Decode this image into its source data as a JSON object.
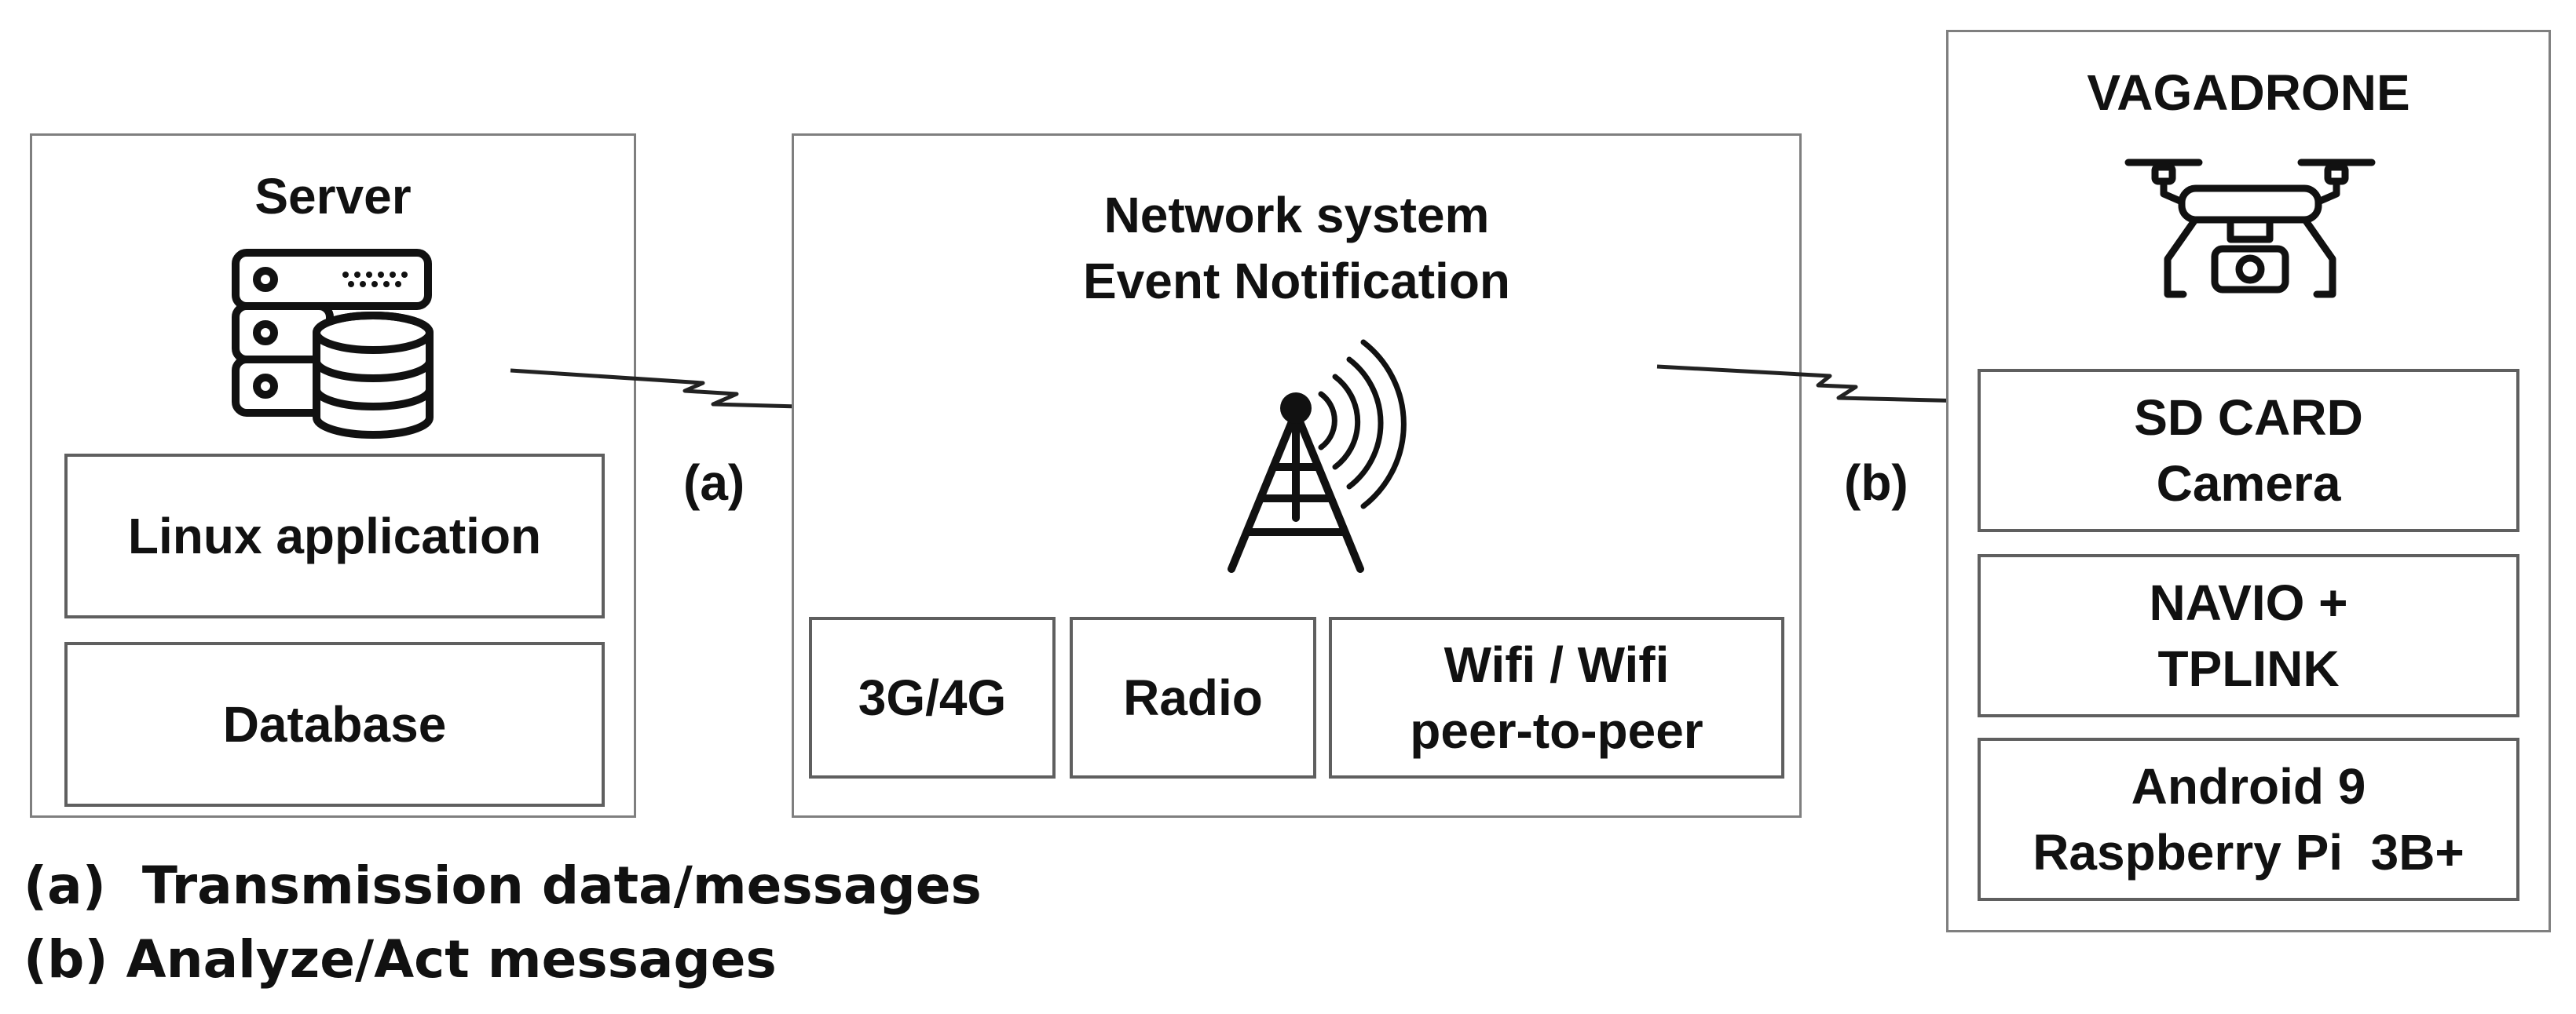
{
  "server": {
    "title": "Server",
    "icon": "server-database-icon",
    "items": [
      "Linux application",
      "Database"
    ]
  },
  "network": {
    "title_line1": "Network system",
    "title_line2": "Event Notification",
    "icon": "radio-tower-icon",
    "items": [
      "3G/4G",
      "Radio"
    ],
    "wifi_line1": "Wifi / Wifi",
    "wifi_line2": "peer-to-peer"
  },
  "drone": {
    "title": "VAGADRONE",
    "icon": "drone-icon",
    "box1_line1": "SD CARD",
    "box1_line2": "Camera",
    "box2_line1": "NAVIO +",
    "box2_line2": "TPLINK",
    "box3_line1": "Android 9",
    "box3_line2": "Raspberry Pi  3B+"
  },
  "links": {
    "a": "(a)",
    "b": "(b)"
  },
  "legend": {
    "a": "(a)  Transmission data/messages",
    "b": "(b) Analyze/Act messages"
  }
}
